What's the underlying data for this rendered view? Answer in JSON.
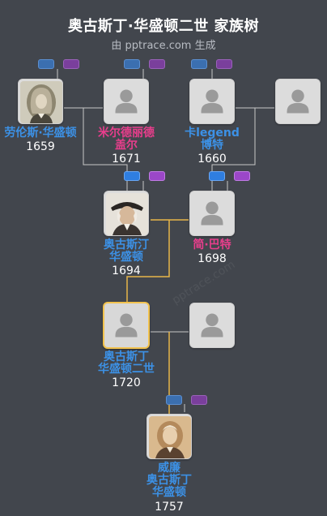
{
  "header": {
    "title": "奥古斯丁·华盛顿二世 家族树",
    "subtitle": "由 pptrace.com 生成"
  },
  "watermark": "pptrace.com",
  "colors": {
    "background": "#42464d",
    "male_name": "#3c91e6",
    "female_name": "#e83e8c",
    "selected_border": "#f2c24d",
    "line": "#c8c8c8",
    "line_highlight": "#e8b64a"
  },
  "people": {
    "lawrence": {
      "name_lines": [
        "劳伦斯·华盛顿"
      ],
      "year": "1659",
      "gender": "male"
    },
    "mildred": {
      "name_lines": [
        "米尔德丽德",
        "盖尔"
      ],
      "year": "1671",
      "gender": "female"
    },
    "carlegend": {
      "name_lines": [
        "卡legend",
        "博特"
      ],
      "year": "1660",
      "gender": "male"
    },
    "augustine": {
      "name_lines": [
        "奥古斯汀",
        "华盛顿"
      ],
      "year": "1694",
      "gender": "male"
    },
    "jane": {
      "name_lines": [
        "简·巴特"
      ],
      "year": "1698",
      "gender": "female"
    },
    "augustine2": {
      "name_lines": [
        "奥古斯丁",
        "华盛顿二世"
      ],
      "year": "1720",
      "gender": "male"
    },
    "william": {
      "name_lines": [
        "威廉",
        "奥古斯丁",
        "华盛顿"
      ],
      "year": "1757",
      "gender": "male"
    }
  }
}
